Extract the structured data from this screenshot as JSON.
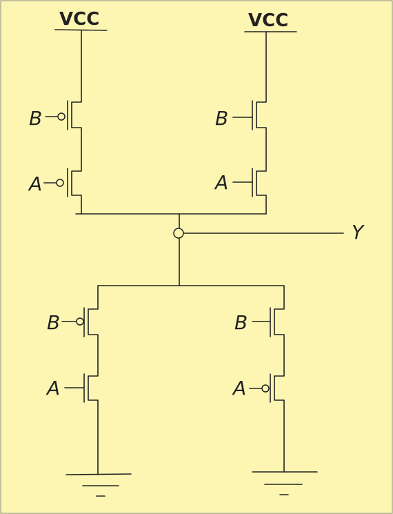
{
  "labels": {
    "vcc_left": "VCC",
    "vcc_right": "VCC",
    "output": "Y",
    "pmos_left_top": "B",
    "pmos_left_bottom": "A",
    "pmos_right_top": "B",
    "pmos_right_bottom": "A",
    "nmos_left_top": "B",
    "nmos_left_bottom": "A",
    "nmos_right_top": "B",
    "nmos_right_bottom": "A"
  },
  "colors": {
    "background": "#fdf6b2",
    "ink": "#222222"
  }
}
